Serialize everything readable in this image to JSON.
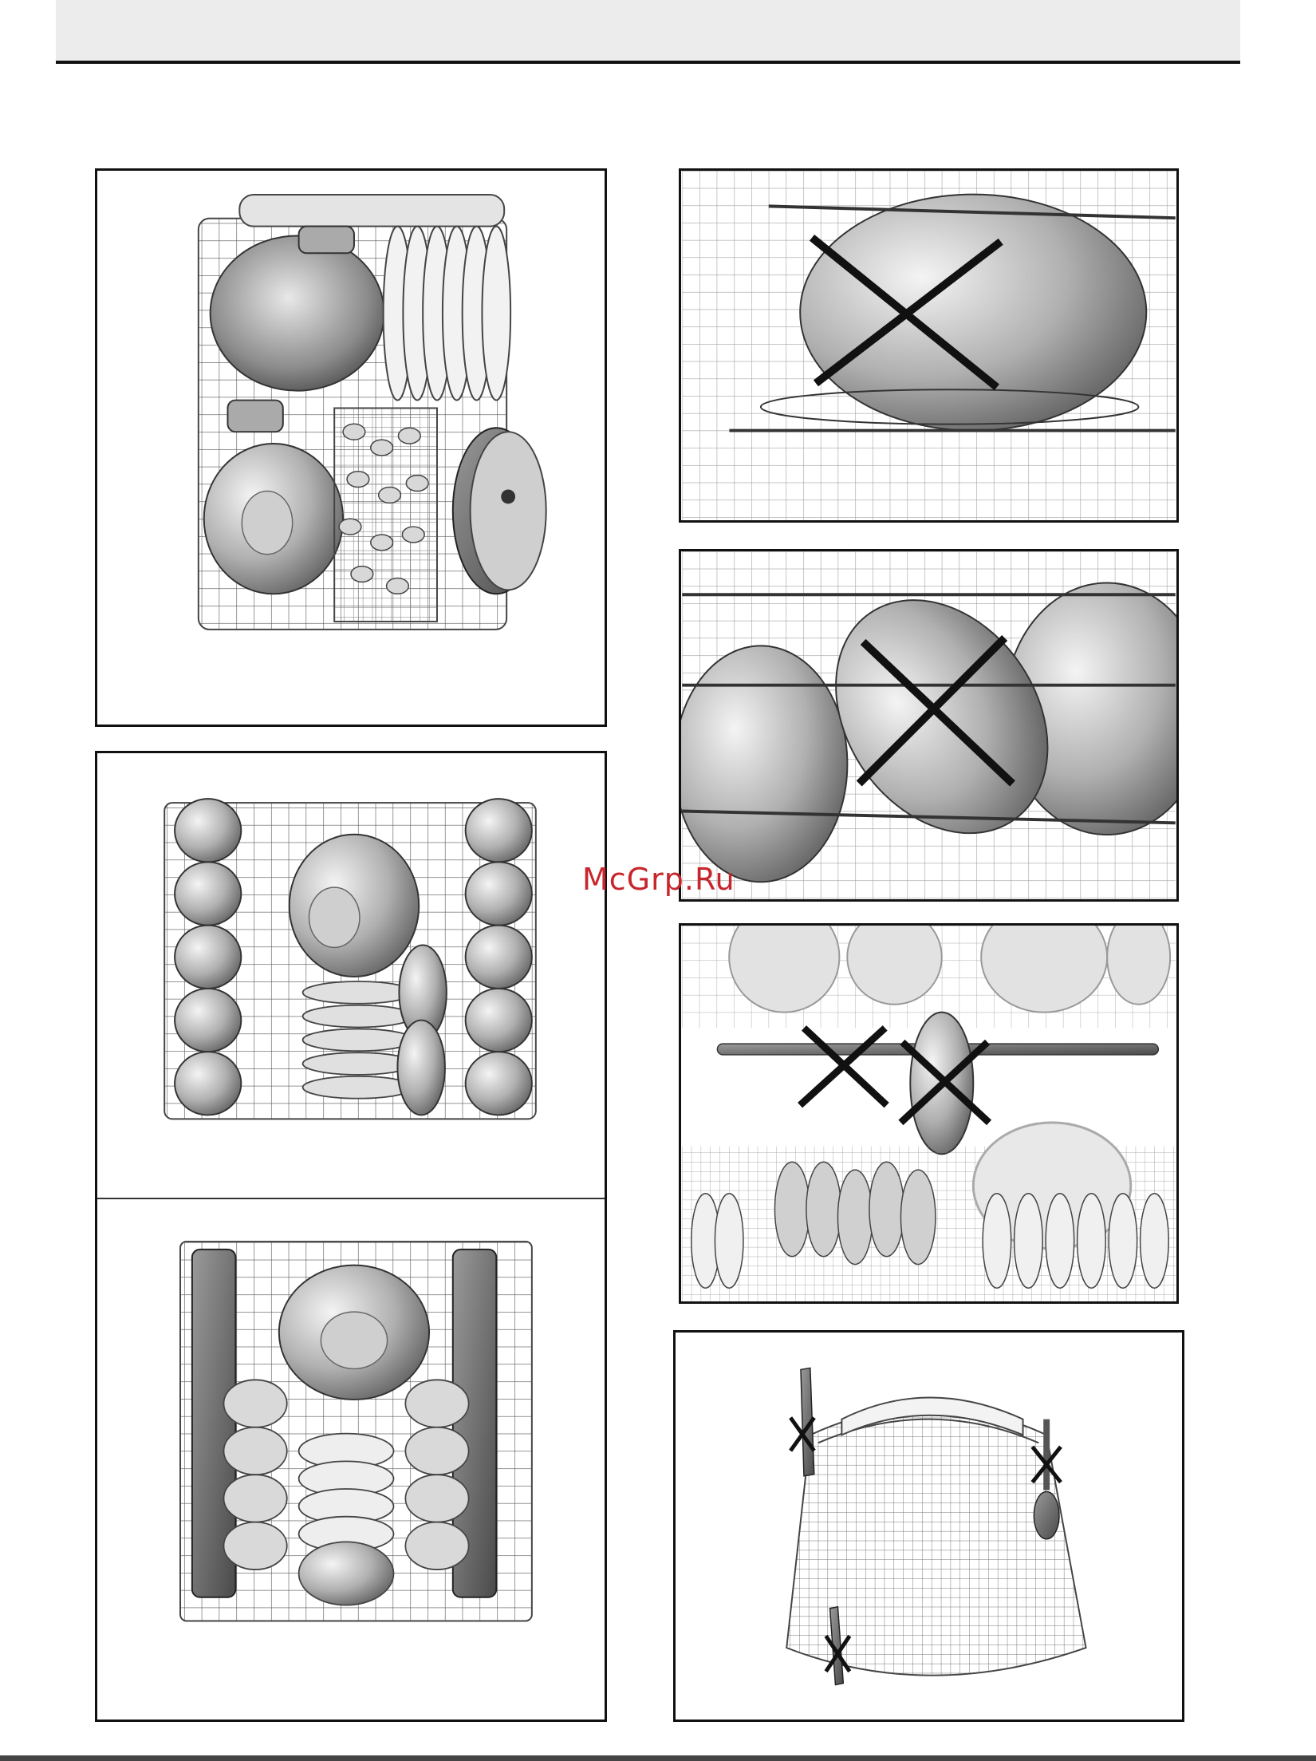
{
  "watermark": "McGrp.Ru",
  "panels": [
    {
      "id": "lower-basket-loaded",
      "crossed": false
    },
    {
      "id": "upper-basket-cups-bowls",
      "crossed": false
    },
    {
      "id": "lower-basket-plates",
      "crossed": false
    },
    {
      "id": "wrong-bowl-upper-rack",
      "crossed": true
    },
    {
      "id": "wrong-bowl-lower-rack",
      "crossed": true
    },
    {
      "id": "spray-arm-obstructed",
      "crossed": true
    },
    {
      "id": "cutlery-basket-wrong",
      "crossed": true
    }
  ]
}
